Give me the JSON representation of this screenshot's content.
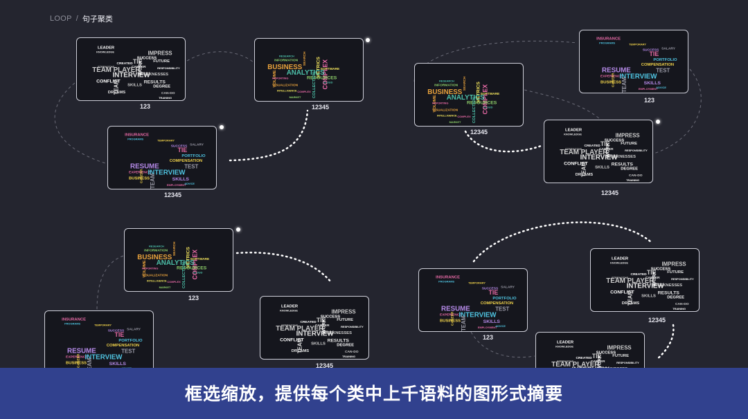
{
  "breadcrumb": {
    "root": "LOOP",
    "separator": "/",
    "current": "句子聚类"
  },
  "caption": "框选缩放，提供每个类中上千语料的图形式摘要",
  "cards": [
    {
      "label": "123",
      "cloud": "team"
    },
    {
      "label": "12345",
      "cloud": "analytics"
    },
    {
      "label": "12345",
      "cloud": "resume"
    },
    {
      "label": "12345",
      "cloud": "analytics"
    },
    {
      "label": "123",
      "cloud": "resume"
    },
    {
      "label": "12345",
      "cloud": "team"
    },
    {
      "label": "123",
      "cloud": "analytics"
    },
    {
      "label": "123",
      "cloud": "resume"
    },
    {
      "label": "12345",
      "cloud": "team"
    },
    {
      "label": "123",
      "cloud": "resume"
    },
    {
      "label": "12345",
      "cloud": "team"
    },
    {
      "label": "123",
      "cloud": "team"
    }
  ],
  "clouds": {
    "team": {
      "palette": [
        "#ffffff",
        "#e6e6e6",
        "#cccccc"
      ],
      "words": [
        {
          "t": "LEADER",
          "s": 6
        },
        {
          "t": "KNOWLEDGE",
          "s": 4
        },
        {
          "t": "IMPRESS",
          "s": 8
        },
        {
          "t": "SUCCESS",
          "s": 6
        },
        {
          "t": "FUTURE",
          "s": 6
        },
        {
          "t": "TIE",
          "s": 9
        },
        {
          "t": "CREATED",
          "s": 5
        },
        {
          "t": "CAREER",
          "s": 5
        },
        {
          "t": "TEAM PLAYER",
          "s": 10
        },
        {
          "t": "RESPONSIBILITY",
          "s": 4
        },
        {
          "t": "INTERVIEW",
          "s": 10
        },
        {
          "t": "WEEKNESSES",
          "s": 6
        },
        {
          "t": "CONFLICT",
          "s": 7
        },
        {
          "t": "RESULTS",
          "s": 7
        },
        {
          "t": "SKILLS",
          "s": 6
        },
        {
          "t": "DEGREE",
          "s": 6
        },
        {
          "t": "DREAMS",
          "s": 6
        },
        {
          "t": "CAN-DO",
          "s": 5
        },
        {
          "t": "WORK",
          "s": 7
        },
        {
          "t": "TEAM",
          "s": 8
        },
        {
          "t": "STRENGTHS",
          "s": 4
        },
        {
          "t": "TRAINING",
          "s": 4
        }
      ]
    },
    "analytics": {
      "palette": [
        "#e8a23c",
        "#4dbfa8",
        "#f2e35c",
        "#e86aa6",
        "#8fd16a"
      ],
      "words": [
        {
          "t": "VOLUME",
          "s": 6
        },
        {
          "t": "RESEARCH",
          "s": 4
        },
        {
          "t": "METRICS",
          "s": 7
        },
        {
          "t": "COMPLEX",
          "s": 9
        },
        {
          "t": "INFORMATION",
          "s": 5
        },
        {
          "t": "BUSINESS",
          "s": 10
        },
        {
          "t": "ANALYTICS",
          "s": 10
        },
        {
          "t": "SOFTWARE",
          "s": 5
        },
        {
          "t": "REPORTING",
          "s": 4
        },
        {
          "t": "RESOURCES",
          "s": 7
        },
        {
          "t": "VISUALIZATION",
          "s": 5
        },
        {
          "t": "COLLECTION",
          "s": 6
        },
        {
          "t": "INTELLIGENCE",
          "s": 4
        },
        {
          "t": "COMPLEX",
          "s": 4
        },
        {
          "t": "MARKET",
          "s": 4
        },
        {
          "t": "SEARCH",
          "s": 5
        },
        {
          "t": "CLOUD",
          "s": 4
        }
      ]
    },
    "resume": {
      "palette": [
        "#e86aa6",
        "#4fc3e0",
        "#f0d24a",
        "#b58ae8",
        "#9a9aa6"
      ],
      "words": [
        {
          "t": "INSURANCE",
          "s": 6
        },
        {
          "t": "PROGRAMS",
          "s": 4
        },
        {
          "t": "TEMPORARY",
          "s": 4
        },
        {
          "t": "SUCCESS",
          "s": 5
        },
        {
          "t": "SALARY",
          "s": 5
        },
        {
          "t": "TIE",
          "s": 9
        },
        {
          "t": "PORTFOLIO",
          "s": 6
        },
        {
          "t": "COMPENSATION",
          "s": 6
        },
        {
          "t": "RESUME",
          "s": 10
        },
        {
          "t": "TEST",
          "s": 8
        },
        {
          "t": "EXPERIENCE",
          "s": 5
        },
        {
          "t": "INTERVIEW",
          "s": 10
        },
        {
          "t": "BUSINESS",
          "s": 6
        },
        {
          "t": "SKILLS",
          "s": 7
        },
        {
          "t": "TEAM",
          "s": 8
        },
        {
          "t": "EMPLOYMENT",
          "s": 4
        },
        {
          "t": "ADVICE",
          "s": 4
        },
        {
          "t": "CAREER",
          "s": 5
        }
      ]
    }
  }
}
